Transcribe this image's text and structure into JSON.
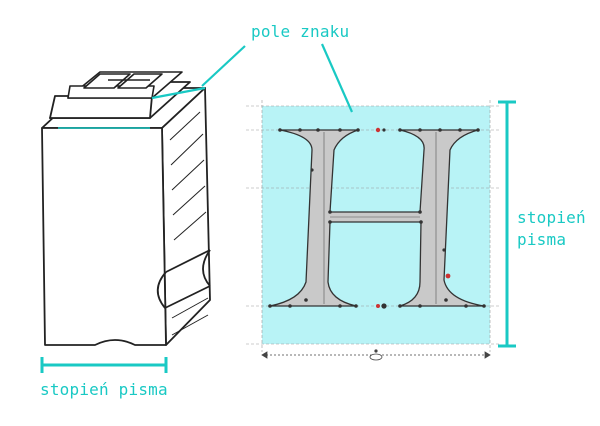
{
  "labels": {
    "glyph_field": "pole znaku",
    "type_size_bottom": "stopień pisma",
    "type_size_right_line1": "stopień",
    "type_size_right_line2": "pisma"
  },
  "glyph": {
    "letter": "H"
  },
  "colors": {
    "accent": "#19c9c4",
    "glyph_field_fill": "#b8f3f6",
    "glyph_fill": "#c9c9c9",
    "outline": "#222222",
    "guide_line": "#9a9a9a",
    "control_point_red": "#cc3333"
  },
  "icons": {
    "metal_type_sort": "metal-type-sort-illustration",
    "glyph_outline": "glyph-outline-h"
  }
}
